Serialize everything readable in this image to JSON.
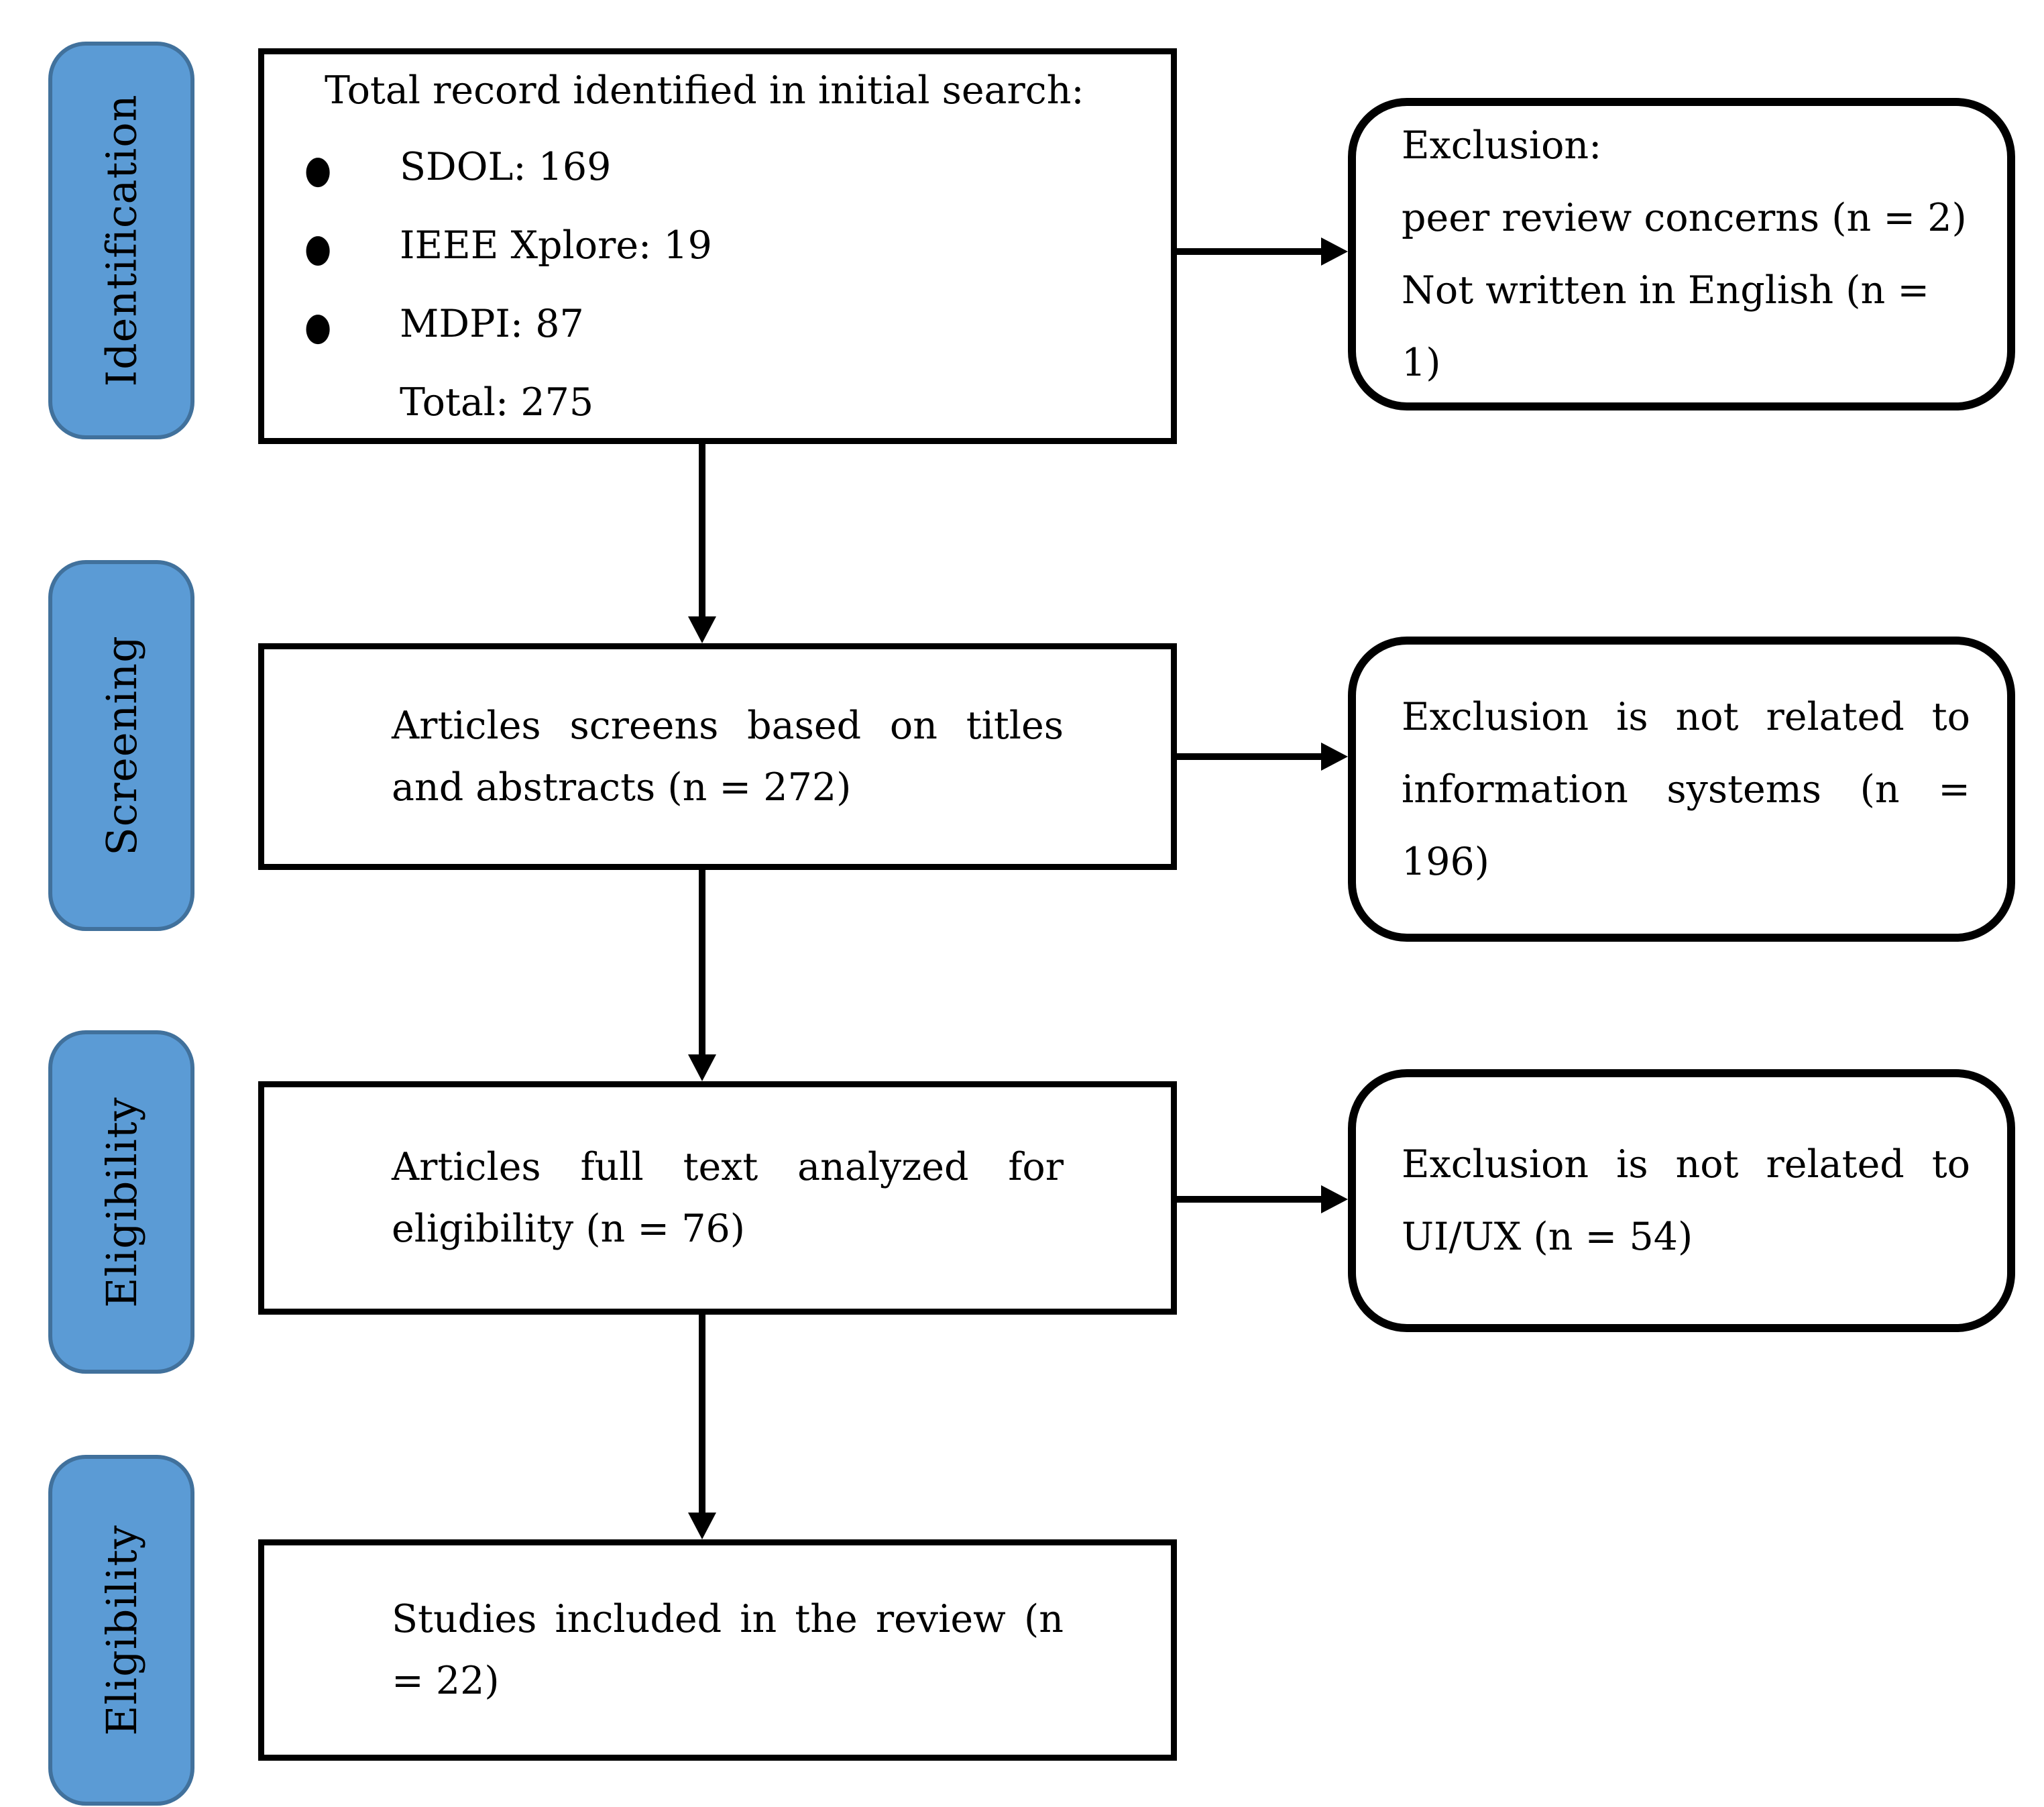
{
  "colors": {
    "stage_fill": "#5B9BD5",
    "stage_border": "#41719C",
    "box_border": "#000000",
    "text": "#000000",
    "background": "#FFFFFF"
  },
  "icons": {
    "bullet_glyph": "●"
  },
  "sidebar": {
    "stages": [
      {
        "label": "Identification"
      },
      {
        "label": "Screening"
      },
      {
        "label": "Eligibility"
      },
      {
        "label": "Eligibility"
      }
    ]
  },
  "flow": {
    "identification": {
      "title": "Total record identified in initial search:",
      "bullets": [
        "SDOL: 169",
        "IEEE Xplore: 19",
        "MDPI: 87"
      ],
      "total_line": "Total: 275"
    },
    "screening": {
      "lines": [
        "Articles screens based on titles",
        "and abstracts (n = 272)"
      ],
      "full_text": "Articles screens based on titles and abstracts (n = 272)"
    },
    "eligibility": {
      "lines": [
        "Articles full text analyzed for",
        "eligibility (n = 76)"
      ],
      "full_text": "Articles full text analyzed for eligibility (n = 76)"
    },
    "included": {
      "lines": [
        "Studies included in the review (n",
        "= 22)"
      ],
      "full_text": "Studies included in the review (n = 22)"
    }
  },
  "exclusions": {
    "identification": {
      "lines": [
        "Exclusion:",
        "peer review concerns (n = 2)",
        "Not written in English (n = 1)"
      ]
    },
    "screening": {
      "lines": [
        "Exclusion is not related to",
        "information systems (n =",
        "196)"
      ],
      "full_text": "Exclusion is not related to information systems (n = 196)"
    },
    "eligibility": {
      "lines": [
        "Exclusion is not related to",
        "UI/UX (n = 54)"
      ],
      "full_text": "Exclusion is not related to UI/UX (n = 54)"
    }
  }
}
